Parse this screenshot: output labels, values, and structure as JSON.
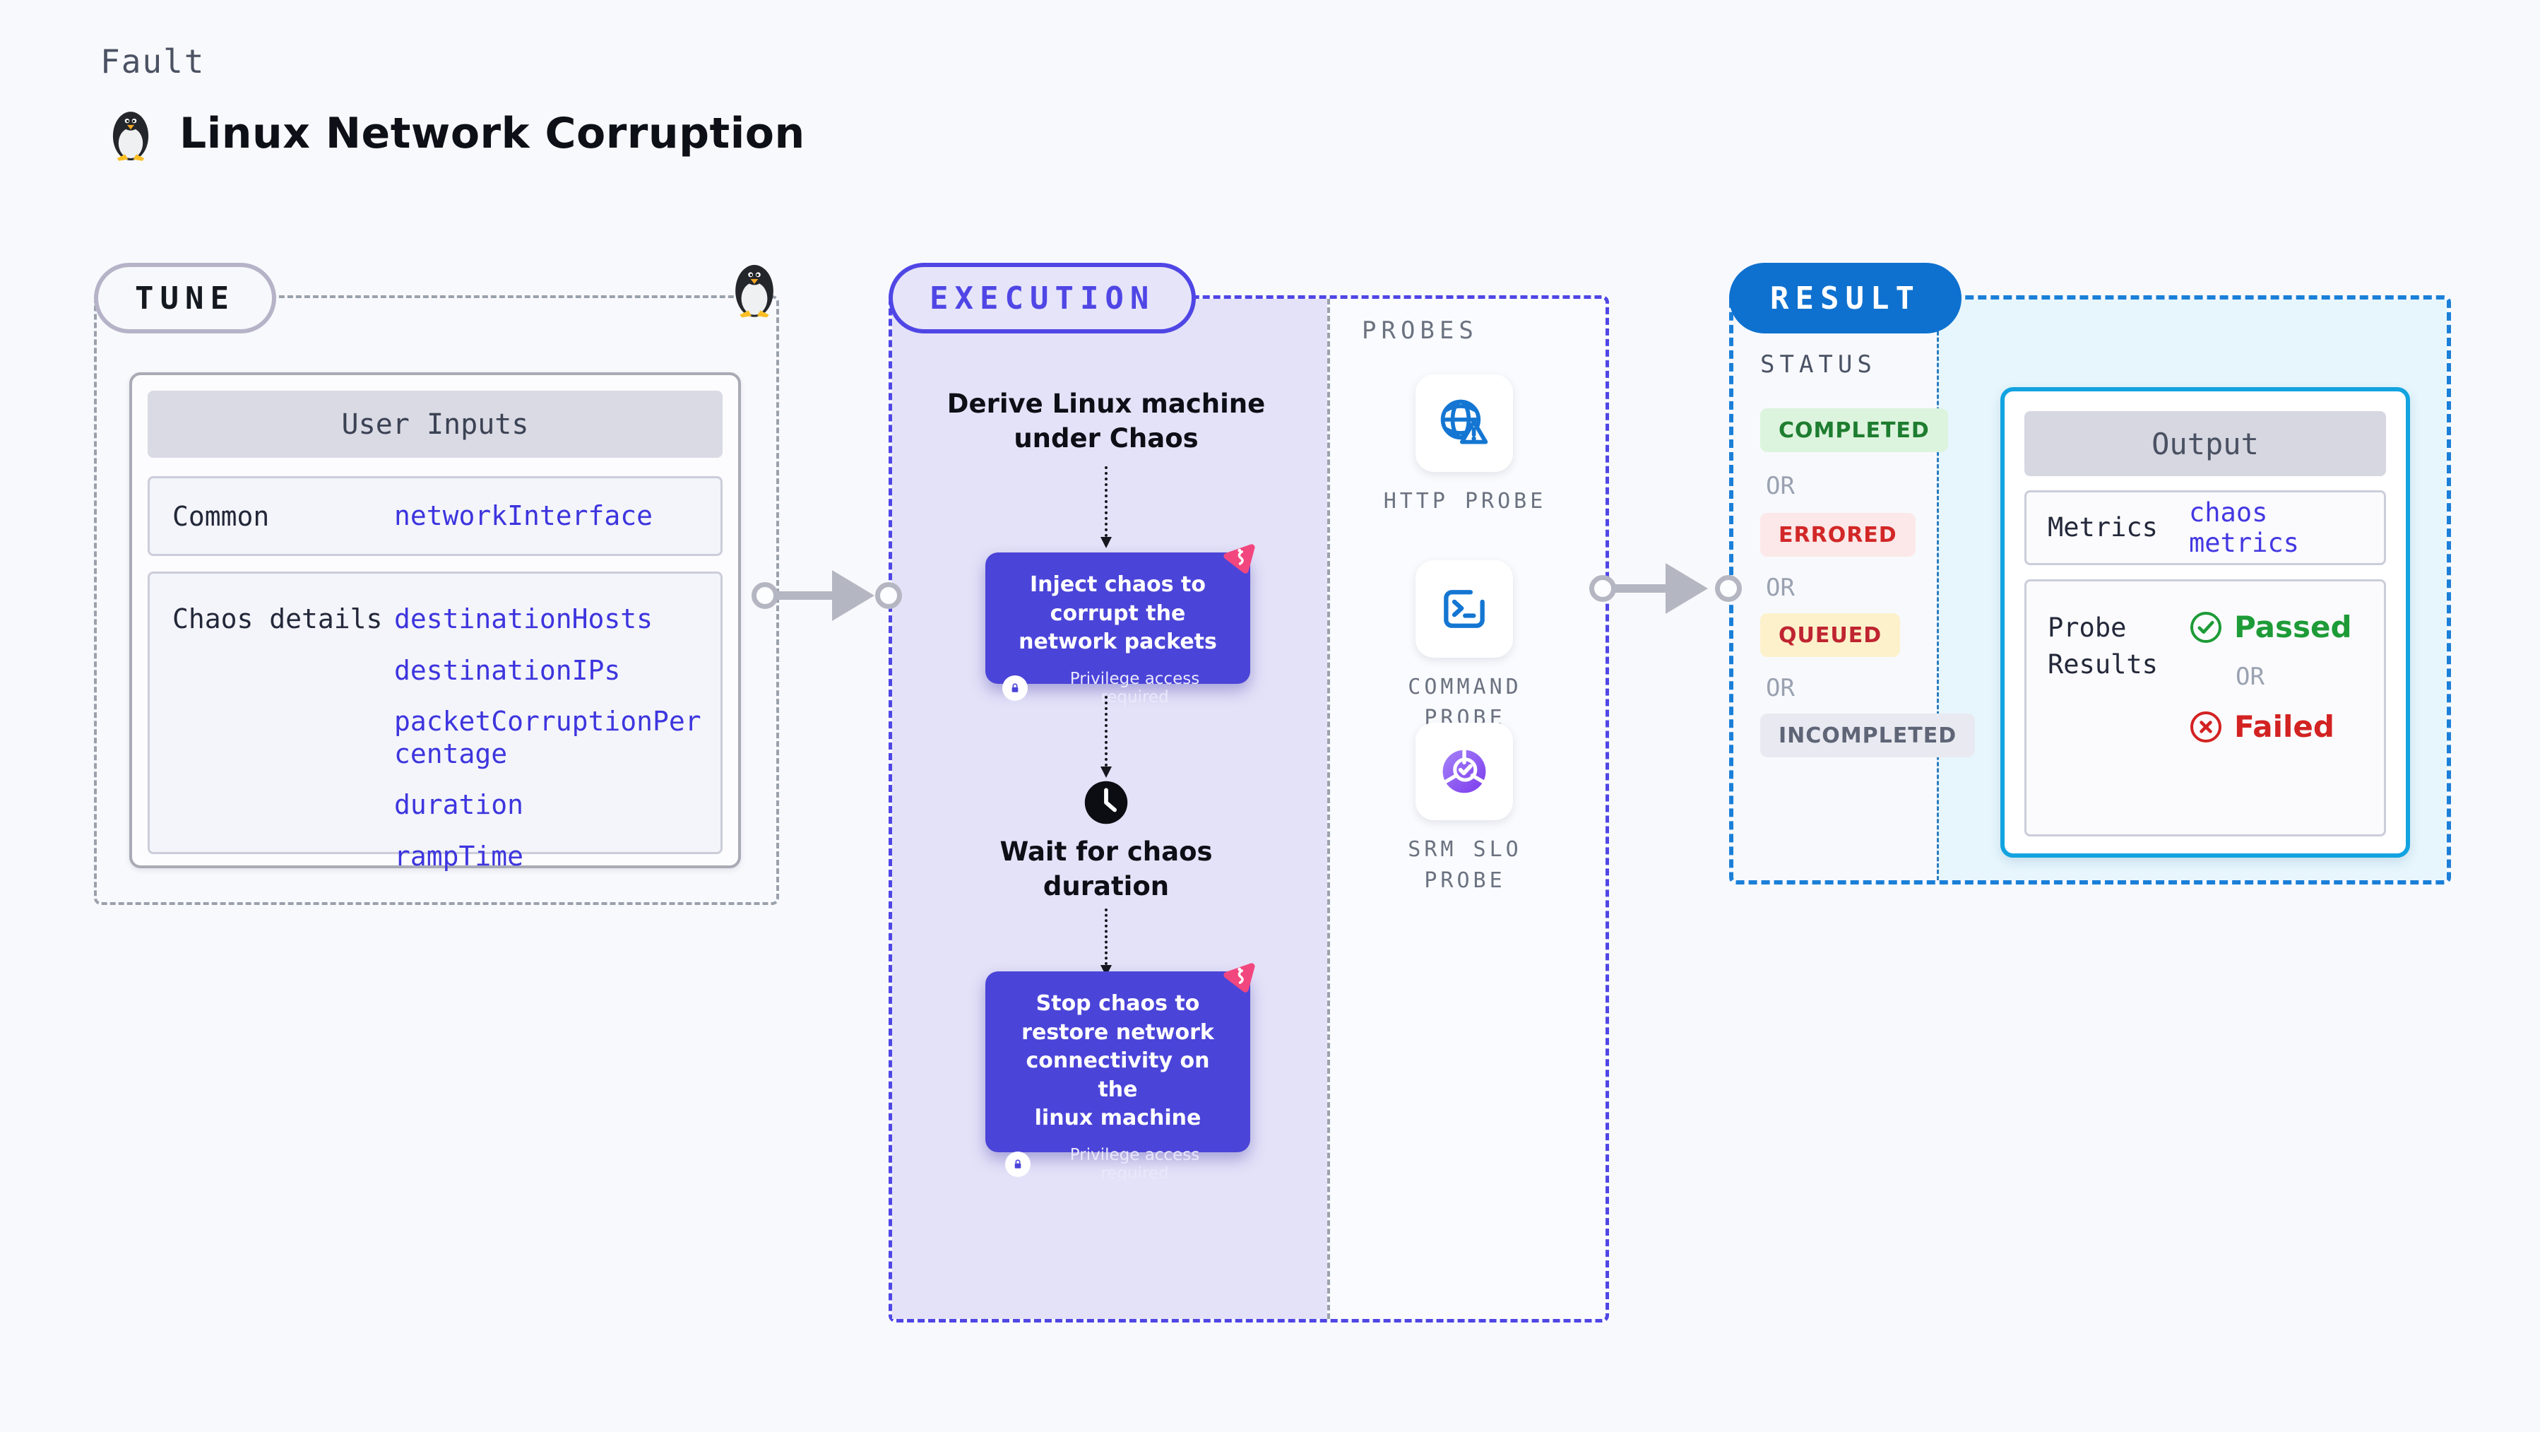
{
  "page": {
    "kicker": "Fault",
    "title": "Linux Network Corruption",
    "title_icon": "tux-penguin-icon"
  },
  "tune": {
    "badge": "TUNE",
    "corner_icon": "tux-penguin-icon",
    "card_header": "User Inputs",
    "rows": {
      "common_label": "Common",
      "common_value": "networkInterface",
      "chaos_label": "Chaos details",
      "chaos_params": [
        "destinationHosts",
        "destinationIPs",
        "packetCorruptionPercentage",
        "duration",
        "rampTime"
      ]
    }
  },
  "execution": {
    "badge": "EXECUTION",
    "derive_text": "Derive Linux machine\nunder Chaos",
    "inject_text": "Inject chaos to corrupt the\nnetwork packets",
    "privilege_text": "Privilege access required",
    "wait_text": "Wait for chaos\nduration",
    "stop_text": "Stop chaos to\nrestore network\nconnectivity on the\nlinux machine",
    "icons": {
      "lock": "lock-icon",
      "clock": "clock-icon",
      "chaos_marker": "pink-chaos-flag-icon"
    },
    "probes": {
      "label": "PROBES",
      "items": [
        {
          "name": "HTTP PROBE",
          "icon": "globe-alert-icon"
        },
        {
          "name": "COMMAND\nPROBE",
          "icon": "terminal-icon"
        },
        {
          "name": "SRM SLO\nPROBE",
          "icon": "slo-gauge-check-icon"
        }
      ]
    }
  },
  "result": {
    "badge": "RESULT",
    "status": {
      "label": "STATUS",
      "or": "OR",
      "items": [
        {
          "label": "COMPLETED",
          "fg": "#1e7d30",
          "bg": "#dcf4dd"
        },
        {
          "label": "ERRORED",
          "fg": "#d22727",
          "bg": "#fce8e8"
        },
        {
          "label": "QUEUED",
          "fg": "#bf2430",
          "bg": "#fdf1cb"
        },
        {
          "label": "INCOMPLETED",
          "fg": "#5f6577",
          "bg": "#e9eaf1"
        }
      ]
    },
    "output": {
      "header": "Output",
      "metrics_label": "Metrics",
      "metrics_value": "chaos metrics",
      "probe_results_label": "Probe\nResults",
      "passed": "Passed",
      "or": "OR",
      "failed": "Failed",
      "passed_icon": "check-circle-icon",
      "failed_icon": "x-circle-icon"
    }
  },
  "colors": {
    "page_bg": "#f8f9fd",
    "tune_dash": "#9aa1ab",
    "execution_accent": "#4f46e5",
    "execution_panel": "#e4e2f8",
    "chaos_box": "#4b44d8",
    "chaos_marker_pink": "#f2477e",
    "probe_blue": "#1476d2",
    "srm_purple": "#7c3aed",
    "result_accent": "#0e71d0",
    "result_dash": "#1b7fd8",
    "result_panel": "#e7f6fc",
    "output_border": "#12a3e0",
    "passed_green": "#1d9b37",
    "failed_red": "#d32222",
    "link_blue": "#3d35de",
    "arrow_grey": "#b4b7c1"
  }
}
